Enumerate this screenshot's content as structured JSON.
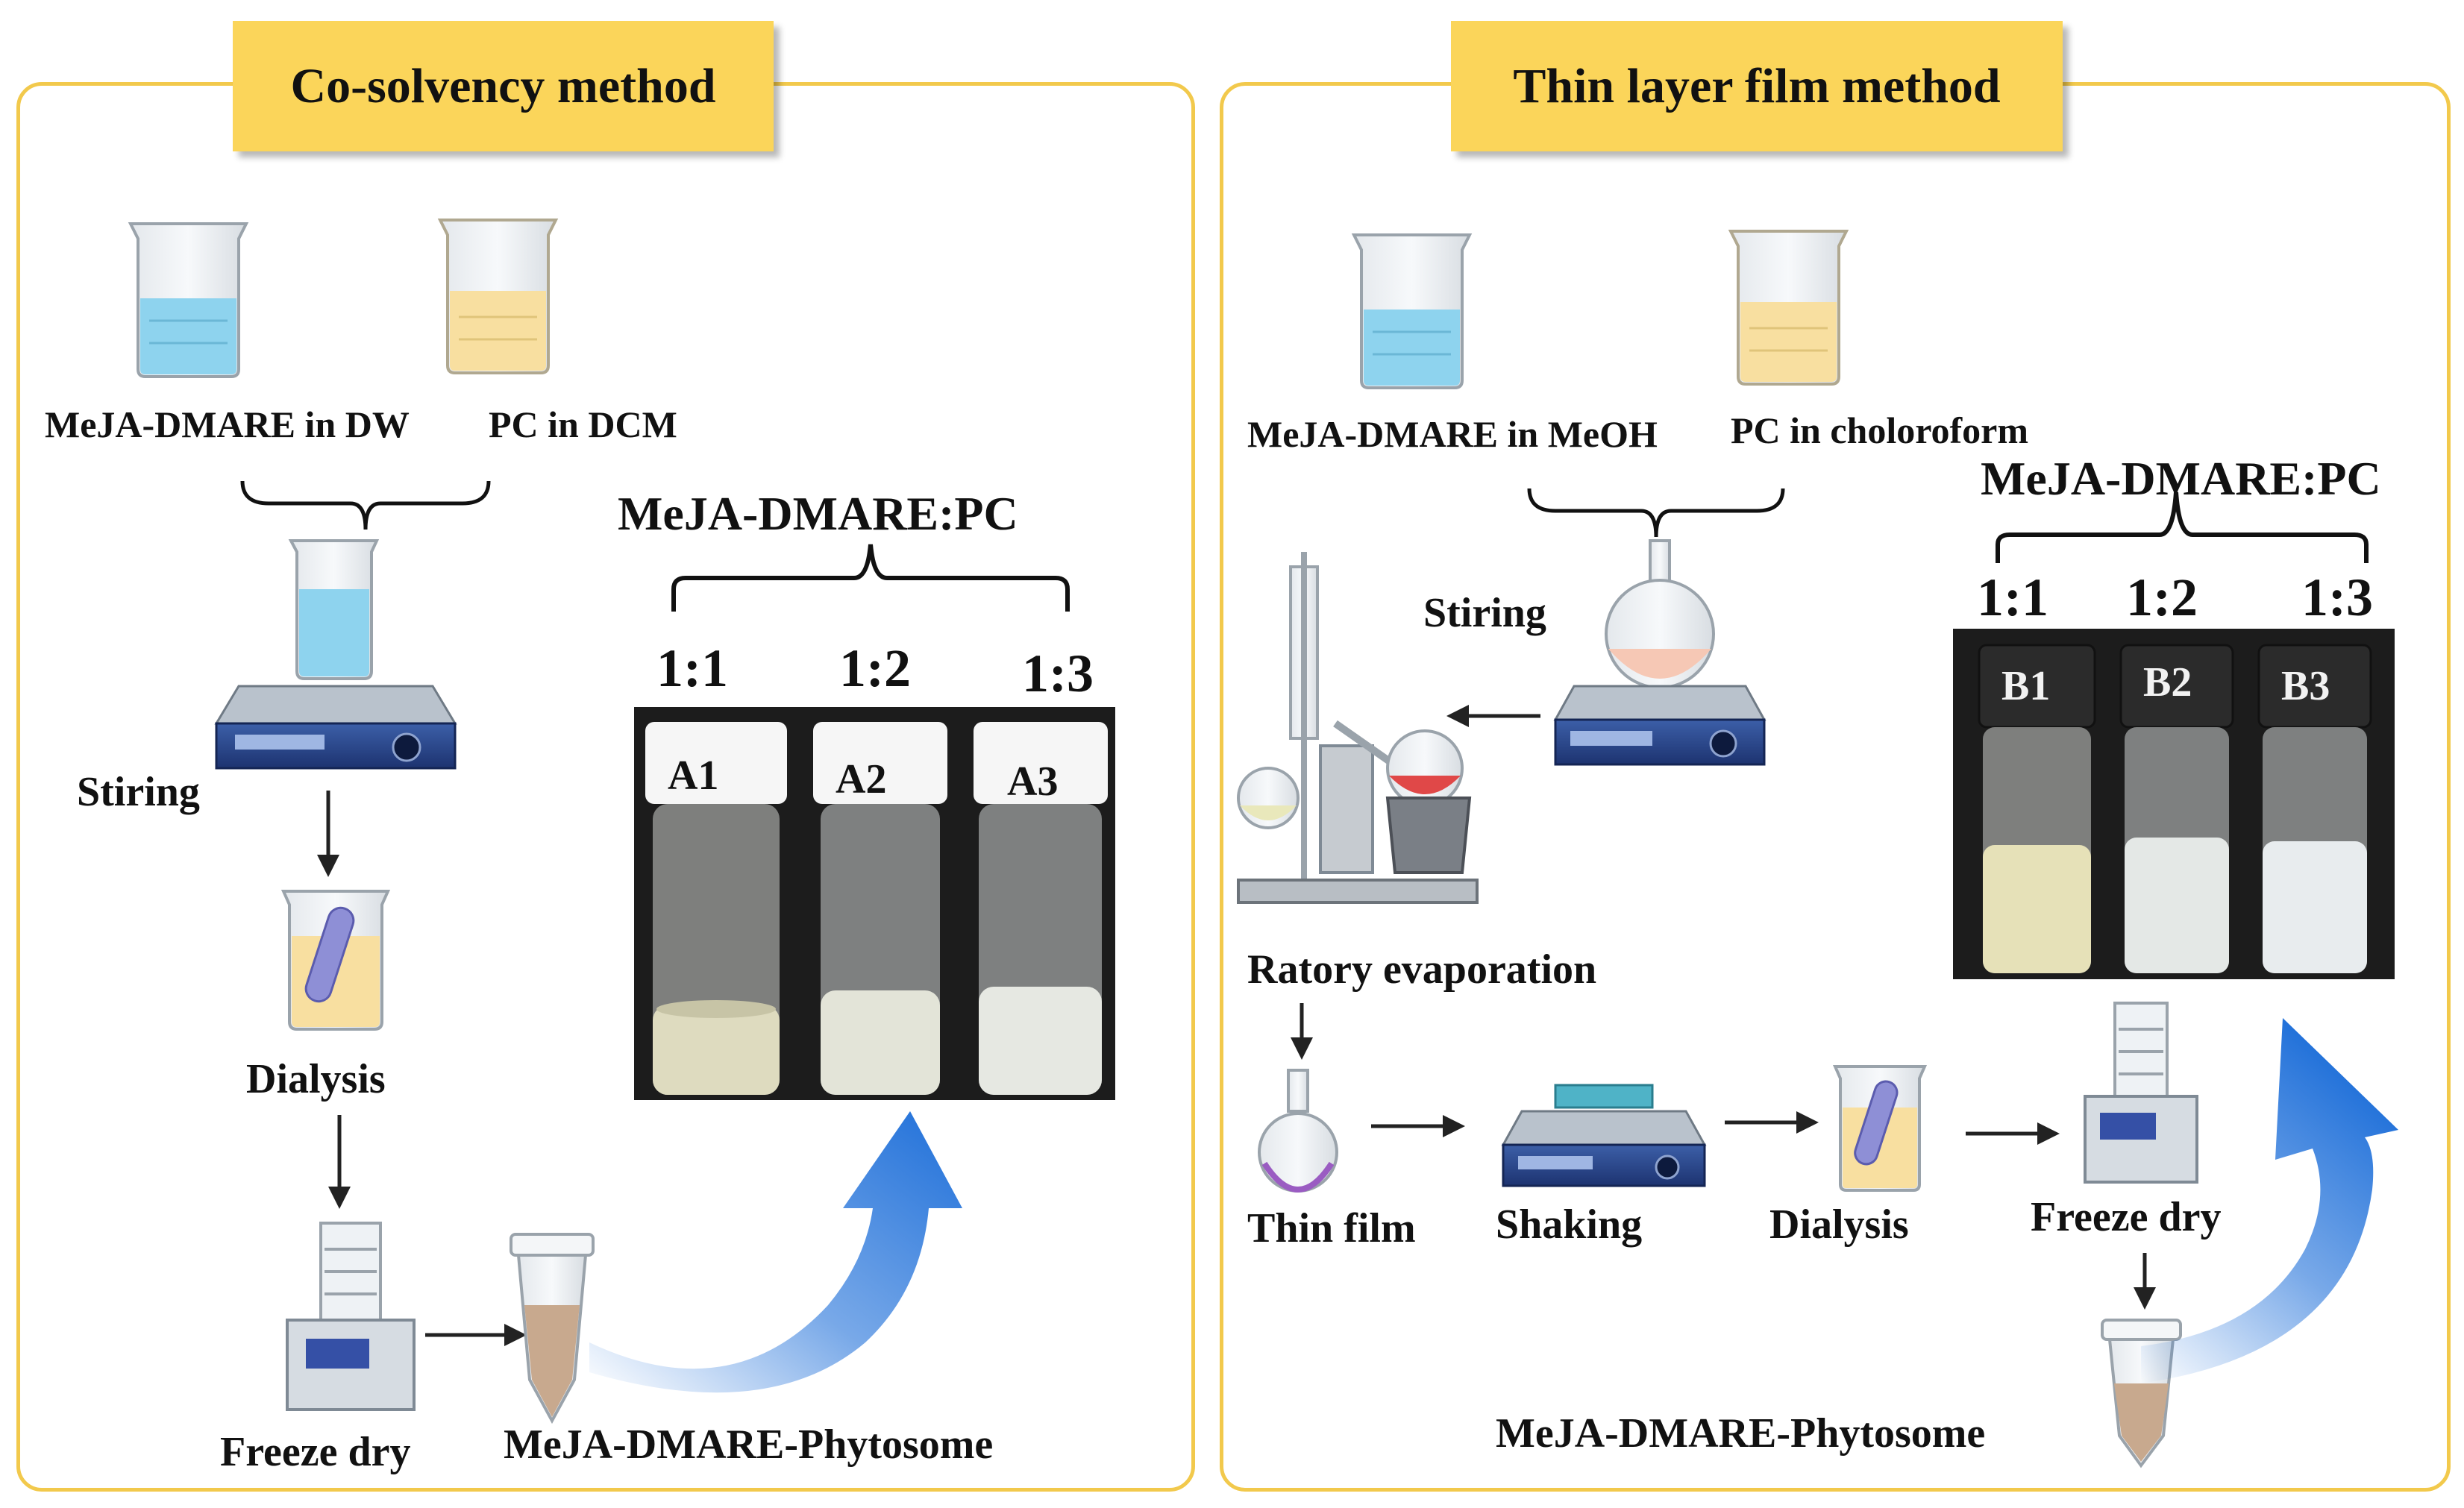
{
  "left": {
    "title": "Co-solvency method",
    "reagent_a": "MeJA-DMARE in DW",
    "reagent_b": "PC in DCM",
    "step_stir": "Stiring",
    "step_dialysis": "Dialysis",
    "step_freeze": "Freeze dry",
    "product": "MeJA-DMARE-Phytosome",
    "ratio_title": "MeJA-DMARE:PC",
    "ratios": [
      "1:1",
      "1:2",
      "1:3"
    ],
    "vials": [
      "A1",
      "A2",
      "A3"
    ]
  },
  "right": {
    "title": "Thin layer film method",
    "reagent_a": "MeJA-DMARE in MeOH",
    "reagent_b": "PC in choloroform",
    "step_stir": "Stiring",
    "step_evap": "Ratory evaporation",
    "step_film": "Thin film",
    "step_shake": "Shaking",
    "step_dialysis": "Dialysis",
    "step_freeze": "Freeze dry",
    "product": "MeJA-DMARE-Phytosome",
    "ratio_title": "MeJA-DMARE:PC",
    "ratios": [
      "1:1",
      "1:2",
      "1:3"
    ],
    "vials": [
      "B1",
      "B2",
      "B3"
    ]
  },
  "colors": {
    "border": "#F2C94C",
    "banner": "#FBD55A",
    "blue_arrow": "#1E6FD9",
    "aqueous": "#8ED3EE",
    "organic": "#F8DFA0"
  }
}
